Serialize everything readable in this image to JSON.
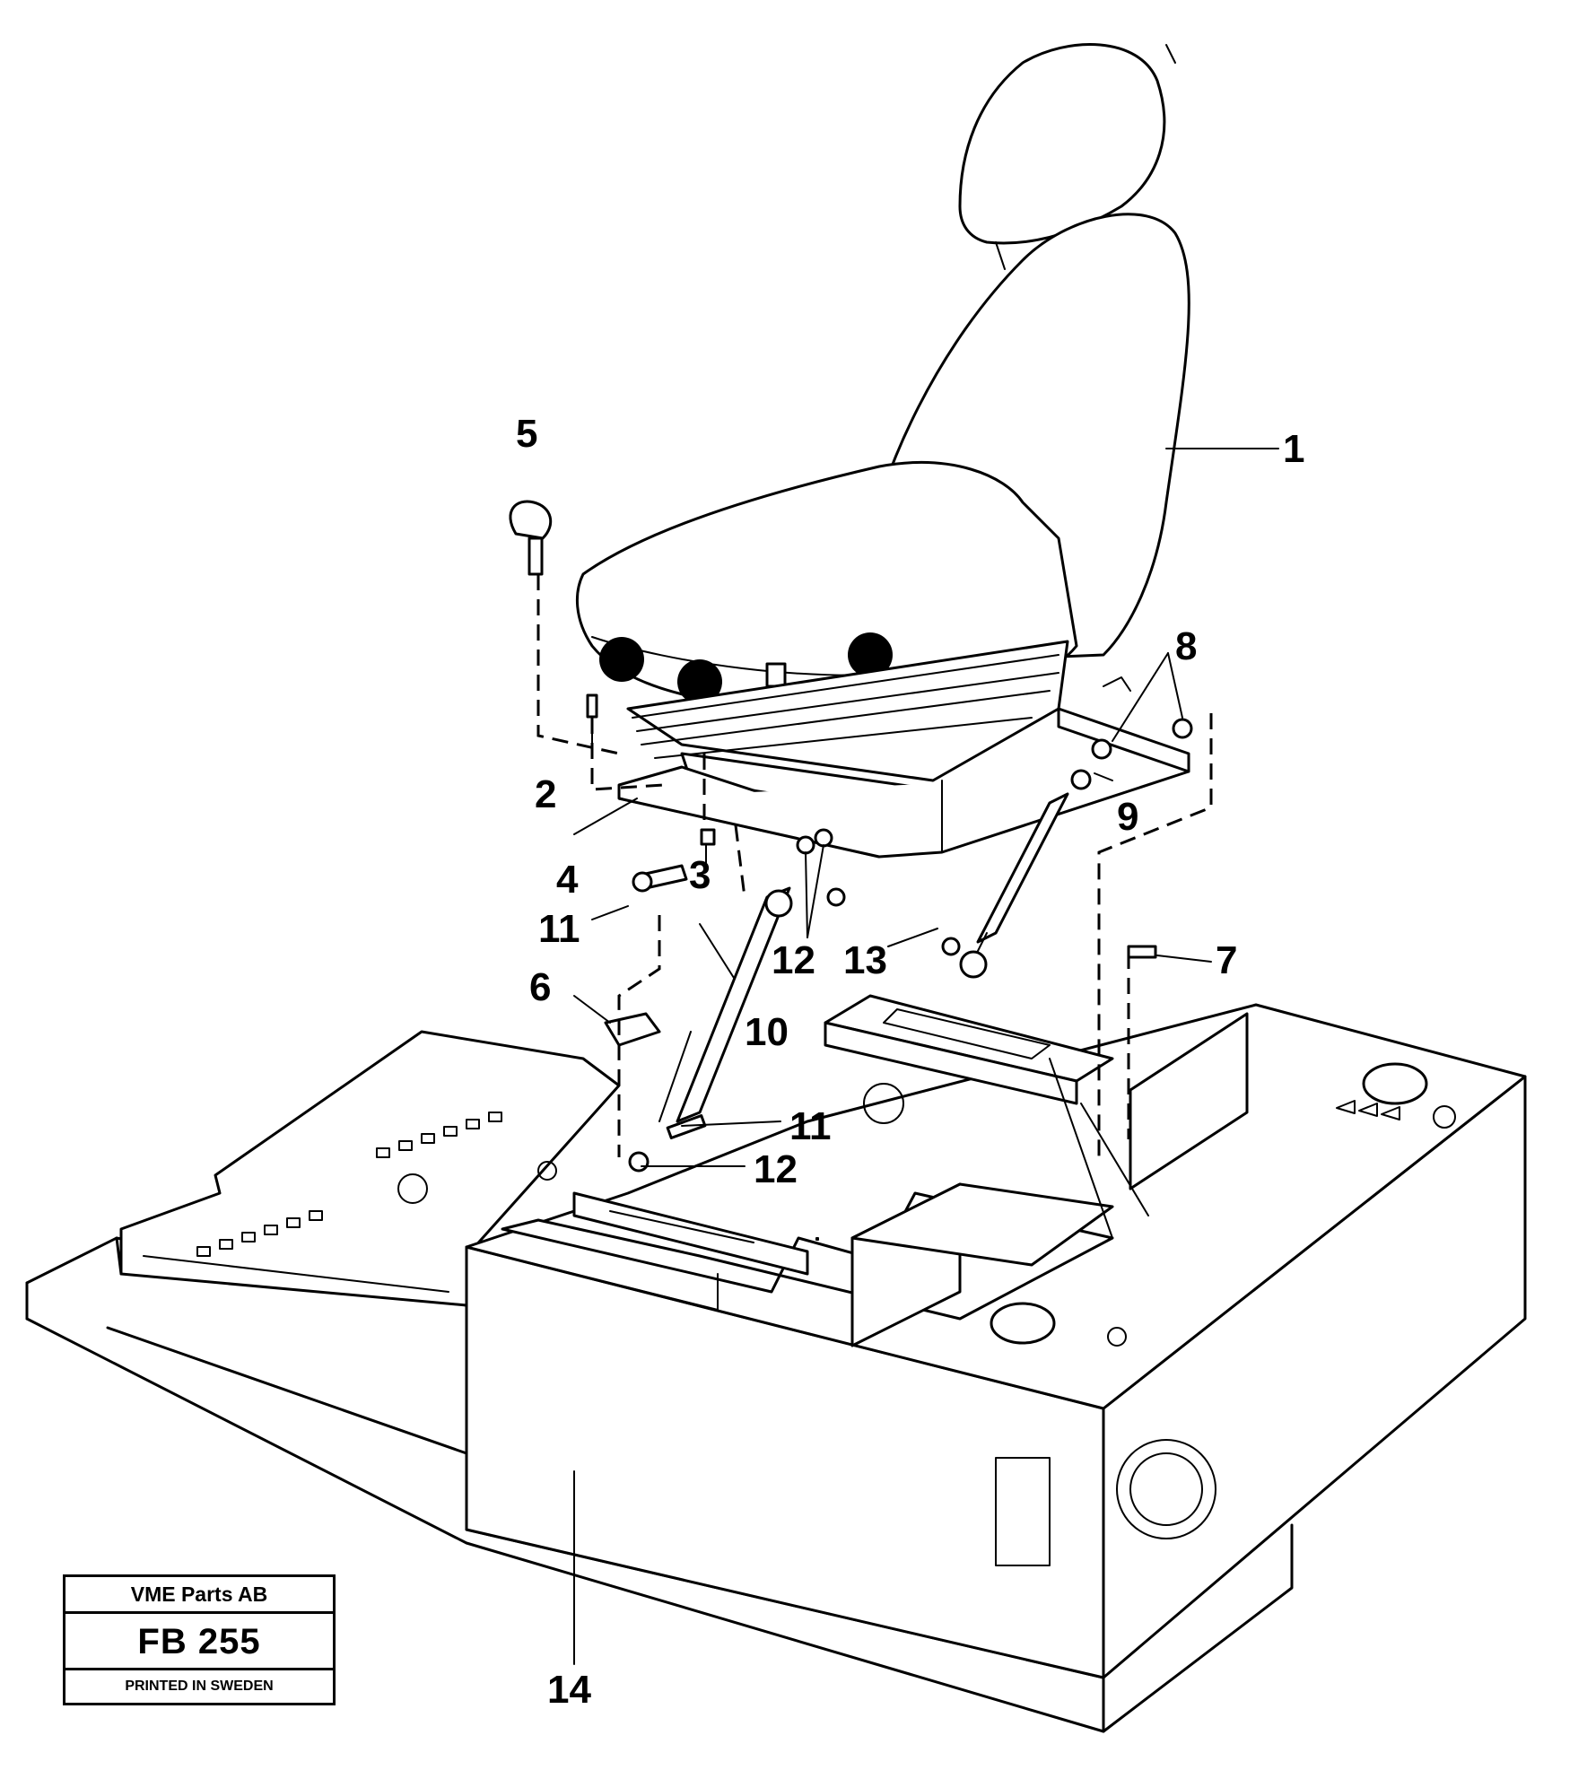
{
  "callouts": [
    {
      "id": "1",
      "label": "1"
    },
    {
      "id": "2",
      "label": "2"
    },
    {
      "id": "3",
      "label": "3"
    },
    {
      "id": "4",
      "label": "4"
    },
    {
      "id": "5",
      "label": "5"
    },
    {
      "id": "6",
      "label": "6"
    },
    {
      "id": "7",
      "label": "7"
    },
    {
      "id": "8",
      "label": "8"
    },
    {
      "id": "9",
      "label": "9"
    },
    {
      "id": "10",
      "label": "10"
    },
    {
      "id": "11a",
      "label": "11"
    },
    {
      "id": "11b",
      "label": "11"
    },
    {
      "id": "12a",
      "label": "12"
    },
    {
      "id": "12b",
      "label": "12"
    },
    {
      "id": "13",
      "label": "13"
    },
    {
      "id": "14",
      "label": "14"
    }
  ],
  "stamp": {
    "company": "VME Parts AB",
    "code": "FB 255",
    "note": "PRINTED IN SWEDEN"
  }
}
